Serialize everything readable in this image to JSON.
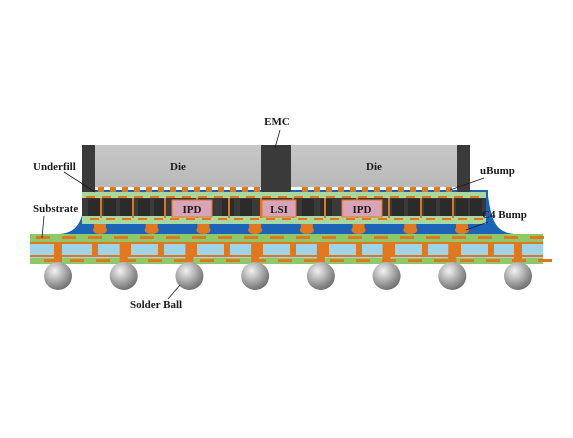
{
  "labels": {
    "emc": "EMC",
    "die_left": "Die",
    "die_right": "Die",
    "underfill": "Underfill",
    "ubump": "uBump",
    "substrate": "Substrate",
    "c4_bump": "C4 Bump",
    "ipd_left": "IPD",
    "lsi": "LSI",
    "ipd_right": "IPD",
    "solder_ball": "Solder Ball"
  },
  "colors": {
    "die": "#c0bfbf",
    "emc": "#3a3a3a",
    "underfill": "#1d64b8",
    "interposer_fill": "#3a3a3a",
    "interposer_layer": "#a8d8a0",
    "copper": "#e07820",
    "substrate_core": "#9fd3e6",
    "substrate_green": "#8ec86a",
    "ball": "#9a9a9a",
    "chip_block": "#d9a3b8"
  },
  "counts": {
    "solder_balls": 8,
    "c4_bumps": 8
  }
}
